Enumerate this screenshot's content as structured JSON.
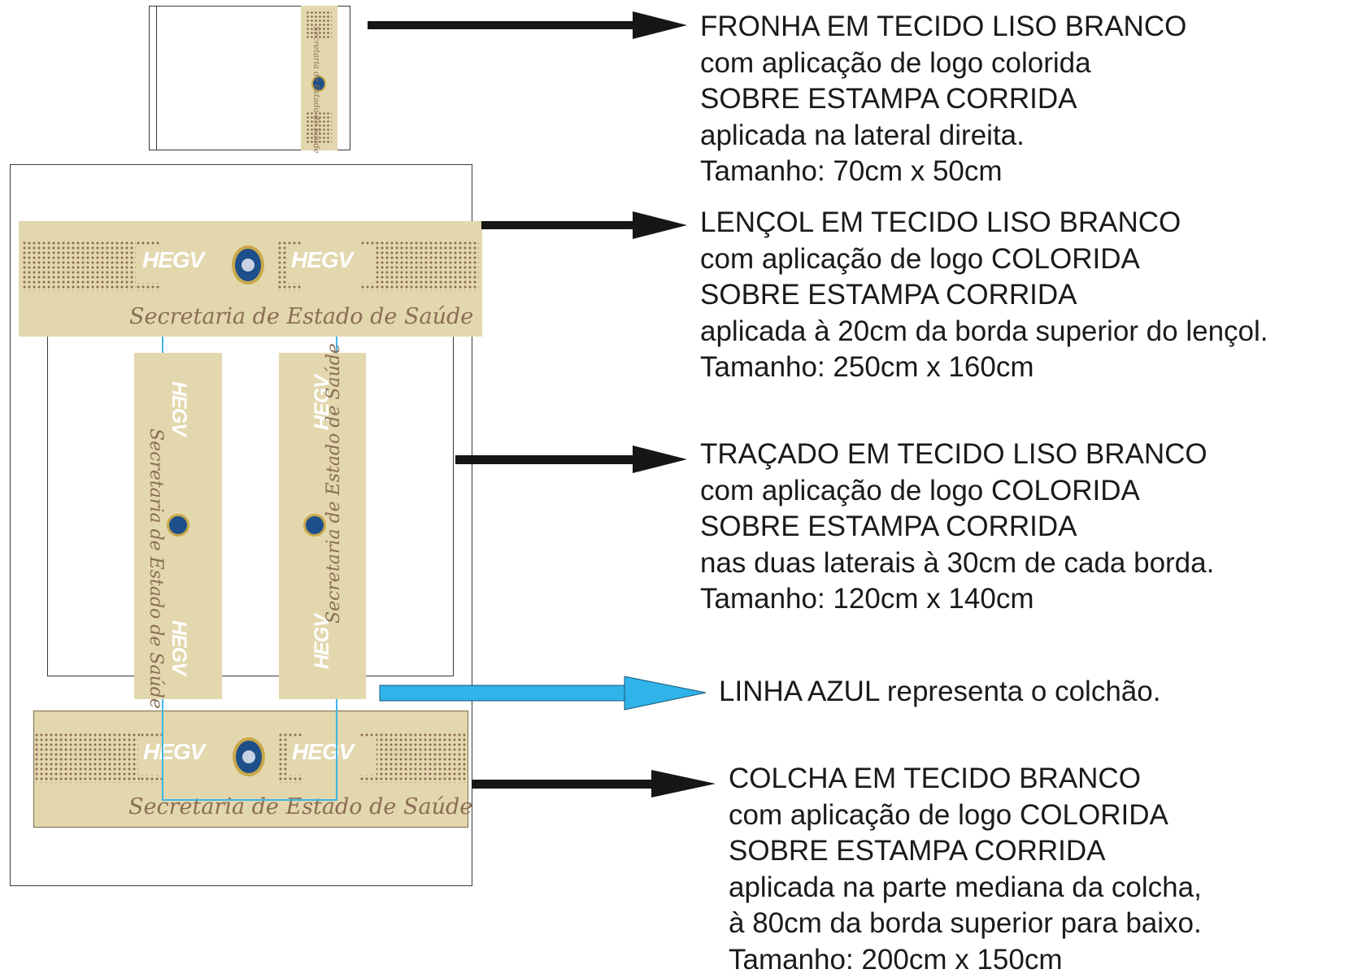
{
  "colors": {
    "band": "#e3d7ad",
    "dot": "#8a6e55",
    "script": "#8a6e55",
    "mattress_line": "#3fb6e6",
    "arrow_black": "#161616",
    "arrow_blue": "#2fb3e8",
    "outline": "#3a3a3a"
  },
  "logo": {
    "brand": "HEGV",
    "tagline": "Secretaria de Estado de Saúde",
    "emblem_icon": "coat-of-arms-icon"
  },
  "items": [
    {
      "id": "fronha",
      "lines": [
        "FRONHA EM TECIDO LISO BRANCO",
        "com aplicação de logo colorida",
        "SOBRE ESTAMPA CORRIDA",
        "aplicada na lateral direita.",
        "Tamanho: 70cm x 50cm"
      ]
    },
    {
      "id": "lencol",
      "lines": [
        "LENÇOL EM TECIDO LISO BRANCO",
        "com aplicação de logo COLORIDA",
        "SOBRE ESTAMPA CORRIDA",
        "aplicada à 20cm da borda superior do lençol.",
        "Tamanho: 250cm x 160cm"
      ]
    },
    {
      "id": "tracado",
      "lines": [
        "TRAÇADO EM TECIDO LISO BRANCO",
        "com aplicação de logo COLORIDA",
        "SOBRE ESTAMPA CORRIDA",
        "nas duas laterais à 30cm de cada borda.",
        "Tamanho: 120cm x 140cm"
      ]
    },
    {
      "id": "colcha",
      "lines": [
        "COLCHA EM TECIDO BRANCO",
        "com aplicação de logo COLORIDA",
        "SOBRE ESTAMPA CORRIDA",
        "aplicada na parte mediana da colcha,",
        "à 80cm da borda superior para baixo.",
        "Tamanho: 200cm x 150cm"
      ]
    }
  ],
  "mattress_note": "LINHA AZUL representa o colchão."
}
